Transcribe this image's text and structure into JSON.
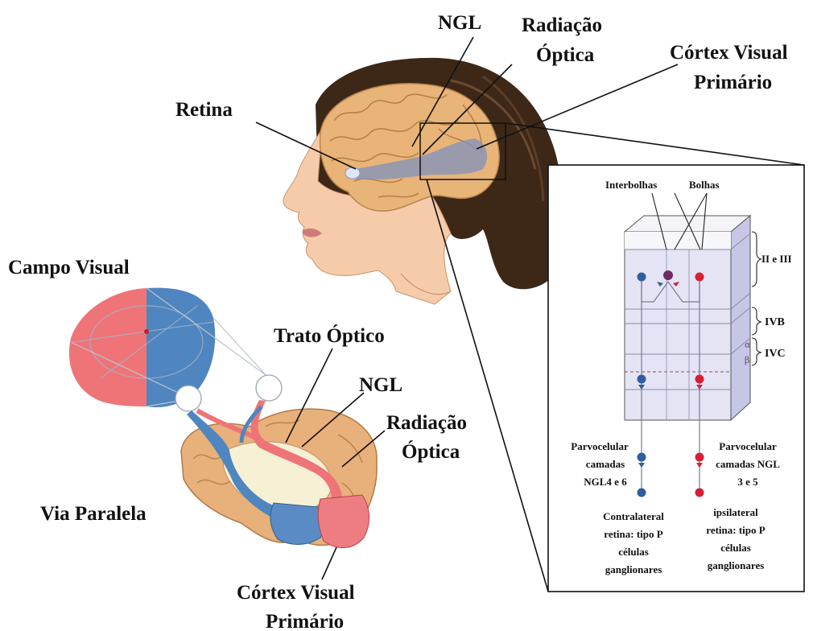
{
  "labels": {
    "ngl_top": "NGL",
    "radiacao_top_1": "Radiação",
    "radiacao_top_2": "Óptica",
    "cortex_top_1": "Córtex Visual",
    "cortex_top_2": "Primário",
    "retina": "Retina",
    "campo_visual": "Campo Visual",
    "trato_optico": "Trato Óptico",
    "ngl_bottom": "NGL",
    "radiacao_bottom_1": "Radiação",
    "radiacao_bottom_2": "Óptica",
    "via_paralela": "Via Paralela",
    "cortex_bottom_1": "Córtex Visual",
    "cortex_bottom_2": "Primário"
  },
  "inset": {
    "interbolhas": "Interbolhas",
    "bolhas": "Bolhas",
    "layer_2_3": "II e III",
    "layer_4b": "IVB",
    "layer_4c": "IVC",
    "alpha": "α",
    "beta": "β",
    "parvo_left_1": "Parvocelular",
    "parvo_left_2": "camadas",
    "parvo_left_3": "NGL4 e 6",
    "parvo_right_1": "Parvocelular",
    "parvo_right_2": "camadas NGL",
    "parvo_right_3": "3 e 5",
    "contra_1": "Contralateral",
    "contra_2": "retina: tipo P",
    "contra_3": "células",
    "contra_4": "ganglionares",
    "ipsi_1": "ipsilateral",
    "ipsi_2": "retina: tipo P",
    "ipsi_3": "células",
    "ipsi_4": "ganglionares"
  },
  "colors": {
    "left_field": "#ef7478",
    "right_field": "#4f86bf",
    "cortex_block": "#e6e6f6",
    "cell_blue": "#2f5e9e",
    "cell_red": "#d42135",
    "cell_purple": "#6e2b62",
    "brain_tan": "#e7b074",
    "hair": "#3a2617",
    "skin": "#f4c9a6"
  }
}
